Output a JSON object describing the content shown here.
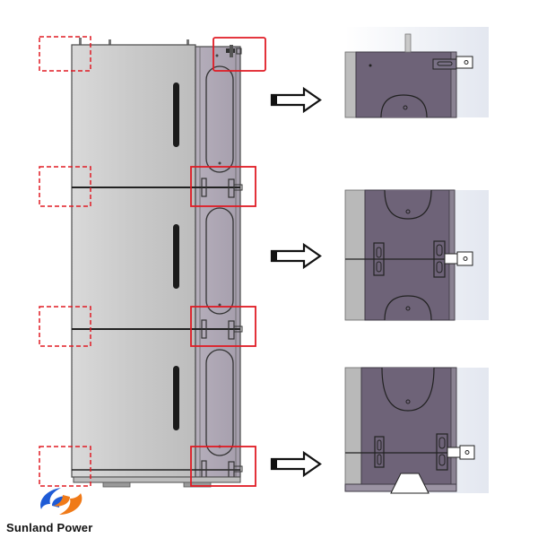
{
  "brand": {
    "name": "Sunland Power",
    "logo_icon": "sunland-power-logo",
    "colors": {
      "blue": "#1e5bd6",
      "orange": "#f07a18"
    }
  },
  "diagram": {
    "description_free": true,
    "highlight_colors": {
      "solid": "#e01b24",
      "dashed": "#e01b24"
    },
    "cabinet_colors": {
      "body": "#c7c7c7",
      "side_panel": "#b8b0bc",
      "outline": "#4a4a4a"
    },
    "detail_colors": {
      "purple_panel": "#6e6378",
      "grey_panel": "#b9b9b9"
    },
    "modules": 3,
    "connection_points": 4,
    "detail_views": 3
  }
}
